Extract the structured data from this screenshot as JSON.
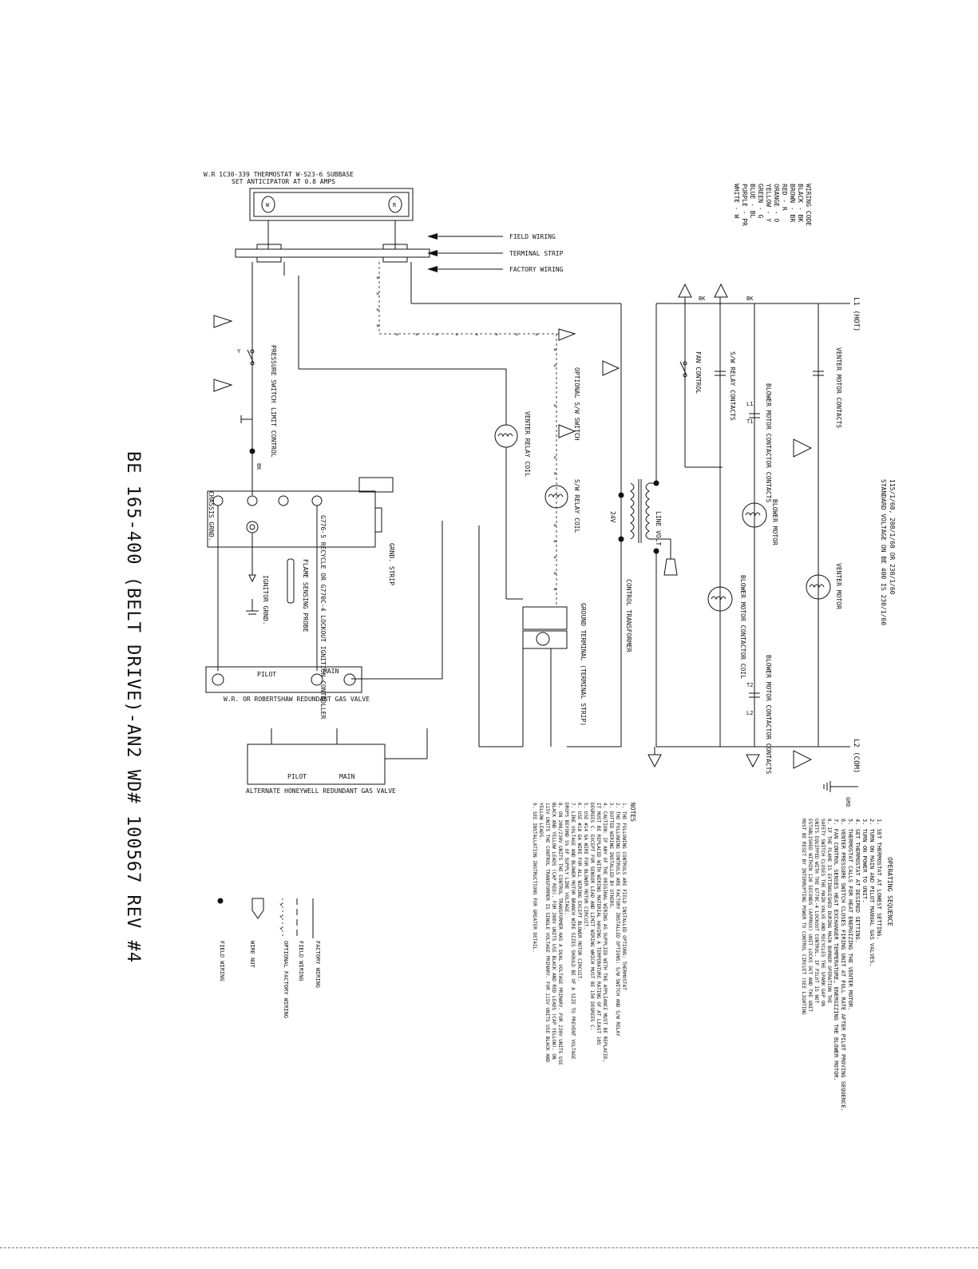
{
  "title": "BE 165-400 (BELT DRIVE)-AN2   WD# 100567  REV #4",
  "thermostat": {
    "line1": "W.R 1C30-339 THERMOSTAT W-S23-6 SUBBASE",
    "line2": "SET ANTICIPATOR AT 0.8 AMPS",
    "term_w": "W",
    "term_r": "R"
  },
  "strip_labels": {
    "field": "FIELD WIRING",
    "terminal": "TERMINAL STRIP",
    "factory": "FACTORY WIRING"
  },
  "wiring_code": {
    "title": "WIRING CODE",
    "items": [
      "BLACK - BK",
      "BROWN - BR",
      "RED - R",
      "ORANGE - O",
      "YELLOW - Y",
      "GREEN - G",
      "BLUE - BL",
      "PURPLE - PR",
      "WHITE - W"
    ]
  },
  "voltage": {
    "line1": "115/1/60, 208/1/60 OR 230/1/60",
    "line2": "STANDARD VOLTAGE ON BE 400 IS 230/1/60"
  },
  "components": {
    "pressure_switch": "PRESSURE SWITCH",
    "limit_control": "LIMIT CONTROL",
    "optional_sw_switch": "OPTIONAL S/W SWITCH",
    "venter_relay_coil": "VENTER RELAY COIL",
    "sw_relay_coil": "S/W RELAY COIL",
    "sw_relay_contacts": "S/W RELAY CONTACTS",
    "fan_control": "FAN CONTROL",
    "blower_contactor_contacts": "BLOWER MOTOR CONTACTOR CONTACTS",
    "venter_motor_contacts": "VENTER MOTOR CONTACTS",
    "blower_motor": "BLOWER MOTOR",
    "venter_motor": "VENTER MOTOR",
    "blower_contactor_coil": "BLOWER MOTOR CONTACTOR COIL",
    "line_volt": "LINE VOLT",
    "v24": "24V",
    "control_transformer": "CONTROL TRANSFORMER",
    "ground_terminal": "GROUND TERMINAL (TERMINAL STRIP)",
    "ignition": "G776-5 RECYCLE OR G770C-4 LOCKOUT IGNITION CONTROLLER",
    "grnd_strip": "GRND. STRIP",
    "flame_probe": "FLAME SENSING PROBE",
    "ignitor": "IGNITOR GRND.",
    "chassis": "CHASSIS GRND.",
    "gas_valve": "W.R. OR ROBERTSHAW REDUNDANT GAS VALVE",
    "alt_valve": "ALTERNATE HONEYWELL REDUNDANT GAS VALVE",
    "pilot": "PILOT",
    "main": "MAIN",
    "l1_hot": "L1 (HOT)",
    "l2_com": "L2 (COM)",
    "grd": "GRD",
    "t1": "T1",
    "t2": "T2",
    "l1": "L1",
    "l2": "L2"
  },
  "operating_sequence": {
    "title": "OPERATING SEQUENCE",
    "steps": [
      "1. SET THERMOSTAT AT LOWEST SETTING.",
      "2. TURN ON MAIN AND PILOT MANUAL GAS VALVES.",
      "3. TURN ON POWER TO UNIT.",
      "4. SET THERMOSTAT AT DESIRED SETTING.",
      "5. THERMOSTAT CALLS FOR HEAT ENERGIZING THE VENTER MOTOR.",
      "6. VENTER PRESSURE SWITCH CLOSES FIRING UNIT AT FULL RATE AFTER PILOT PROVING SEQUENCE.",
      "7. FAN CONTROL SENSES HEAT EXCHANGER TEMPERATURE, ENERGIZING THE BLOWER MOTOR.",
      "8. IF THE FLAME IS EXTINGUISHED DURING MAIN BURNER OPERATION THE SAFETY SWITCH CLOSES THE MAIN VALVE AND RECYCLES THE SPARK GAP ON UNITS EQUIPPED WITH THE G770C-4 LOCKOUT CONTROL. IF PILOT IS NOT ESTABLISHED WITHIN 120 SECONDS (APPROX) UNIT LOCKS OUT AND THE UNIT MUST BE RESET BY INTERRUPTING POWER TO CONTROL CIRCUIT (SEE LIGHTING INSTRUCTIONS)."
    ]
  },
  "notes": {
    "title": "NOTES",
    "items": [
      "1. THE FOLLOWING CONTROLS ARE FIELD INSTALLED OPTIONS: THERMOSTAT",
      "2. THE FOLLOWING CONTROLS ARE FACTORY INSTALLED OPTIONS: S/W SWITCH AND S/W RELAY",
      "3. DOTTED WIRING INSTALLED BY OTHERS.",
      "4. CAUTION: IF ANY OF THE ORIGINAL WIRING AS SUPPLIED WITH THE APPLIANCE MUST BE REPLACED, IT MUST BE REPLACED WITH WIRING MATERIAL HAVING A TEMPERATURE RATING OF AT LEAST 105 DEGREES C. EXCEPT FOR SENSOR LEAD AND LIMIT WIRING WHICH MUST BE 150 DEGREES C.",
      "5. USE #14 GA WIRE FOR BLOWER MOTOR CIRCUIT.",
      "6. USE #18 GA WIRE FOR ALL WIRING EXCEPT BLOWER MOTOR CIRCUIT.",
      "7. LINE VOLTAGE AND BLOWER MOTOR BRANCH WIRE SIZES SHOULD BE OF A SIZE TO PREVENT VOLTAGE DROPS BEYOND 5% OF SUPPLY LINE VOLTAGE.",
      "8. ON 208/230V UNITS THE CONTROL TRANSFORMER HAS A DUAL VOLTAGE PRIMARY. FOR 230V UNITS USE BLACK AND YELLOW LEADS (CAP RED). FOR 208V UNITS USE BLACK AND RED LEADS (CAP YELLOW). ON 115V UNITS THE CONTROL TRANSFORMER IS SINGLE VOLTAGE PRIMARY. FOR 115V UNITS USE BLACK AND YELLOW LEADS.",
      "9. SEE INSTALLATION INSTRUCTIONS FOR GREATER DETAIL."
    ]
  },
  "legend": [
    {
      "label": "FACTORY WIRING"
    },
    {
      "label": "FIELD WIRING"
    },
    {
      "label": "OPTIONAL FACTORY WIRING"
    },
    {
      "label": "WIRE NUT"
    },
    {
      "label": "FIELD WIRING"
    }
  ],
  "wire_codes": {
    "bk": "BK",
    "bl": "BL",
    "br": "BR",
    "y": "Y",
    "w": "W",
    "r": "R",
    "pr": "PR"
  }
}
